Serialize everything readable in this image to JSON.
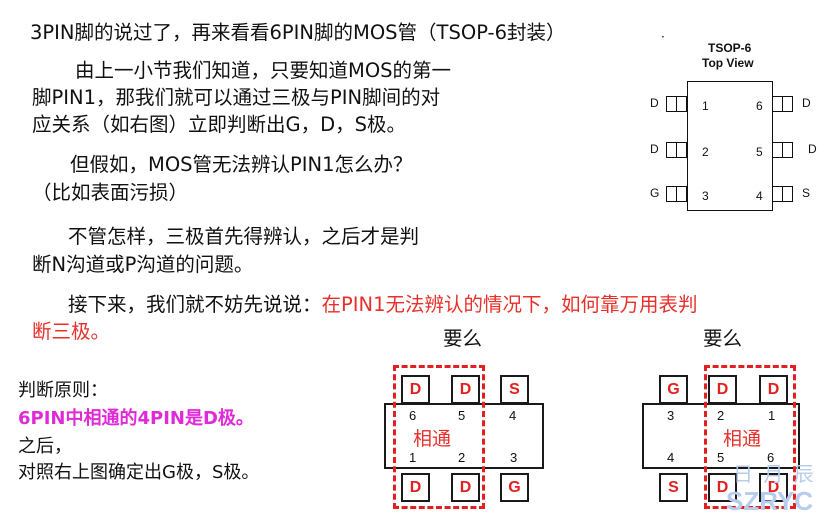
{
  "heading": "3PIN脚的说过了，再来看看6PIN脚的MOS管（TSOP-6封装）",
  "para1": [
    "由上一小节我们知道，只要知道MOS的第一",
    "脚PIN1，那我们就可以通过三极与PIN脚间的对",
    "应关系（如右图）立即判断出G，D，S极。"
  ],
  "para2": [
    "但假如，MOS管无法辨认PIN1怎么办？",
    "（比如表面污损）"
  ],
  "para3": [
    "不管怎样，三极首先得辨认，之后才是判",
    "断N沟道或P沟道的问题。"
  ],
  "para4": {
    "line1_black": "接下来，我们就不妨先说说：",
    "line1_red": "在PIN1无法辨认的情况下，如何靠万用表判",
    "line2_red": "断三极。"
  },
  "principle": {
    "title": "判断原则：",
    "highlight": "6PIN中相通的4PIN是D极。",
    "after": "之后，",
    "last": "对照右上图确定出G极，S极。"
  },
  "package": {
    "title": "TSOP-6",
    "subtitle": "Top View",
    "left_pins": [
      {
        "label": "D",
        "num": "1"
      },
      {
        "label": "D",
        "num": "2"
      },
      {
        "label": "G",
        "num": "3"
      }
    ],
    "right_pins": [
      {
        "label": "D",
        "num": "6"
      },
      {
        "label": "D",
        "num": "5"
      },
      {
        "label": "S",
        "num": "4"
      }
    ]
  },
  "case1": {
    "caption": "要么",
    "top_pins": [
      {
        "label": "D",
        "num": "6",
        "color": "#e32020"
      },
      {
        "label": "D",
        "num": "5",
        "color": "#e32020"
      },
      {
        "label": "S",
        "num": "4",
        "color": "#e32020"
      }
    ],
    "bottom_pins": [
      {
        "label": "D",
        "num": "1",
        "color": "#e32020"
      },
      {
        "label": "D",
        "num": "2",
        "color": "#e32020"
      },
      {
        "label": "G",
        "num": "3",
        "color": "#e32020"
      }
    ],
    "connected_label": "相通"
  },
  "case2": {
    "caption": "要么",
    "top_pins": [
      {
        "label": "G",
        "num": "3",
        "color": "#e32020"
      },
      {
        "label": "D",
        "num": "2",
        "color": "#e32020"
      },
      {
        "label": "D",
        "num": "1",
        "color": "#e32020"
      }
    ],
    "bottom_pins": [
      {
        "label": "S",
        "num": "4",
        "color": "#e32020"
      },
      {
        "label": "D",
        "num": "5",
        "color": "#e32020"
      },
      {
        "label": "D",
        "num": "6",
        "color": "#e32020"
      }
    ],
    "connected_label": "相通"
  },
  "watermark": {
    "top": "日 月 辰",
    "bottom": "SZRYC"
  },
  "colors": {
    "red_text": "#e8302a",
    "magenta_text": "#e02ad8",
    "dash_red": "#e32020",
    "watermark": "#b7ccee"
  }
}
